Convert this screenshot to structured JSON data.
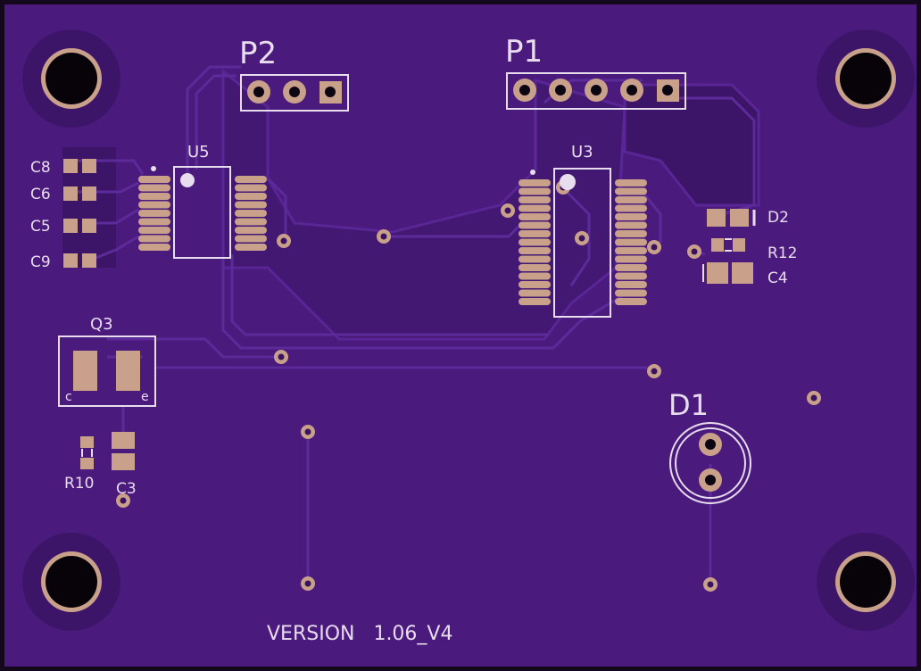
{
  "board": {
    "colors": {
      "substrate": "#4a1a7d",
      "copper_pour": "#3f1670",
      "trace": "#5a2696",
      "silkscreen": "#e8dcef",
      "pad": "#c9a08a",
      "hole": "#070309",
      "edge": "#14081c"
    }
  },
  "labels": {
    "p2": "P2",
    "p1": "P1",
    "u5": "U5",
    "u3": "U3",
    "c8": "C8",
    "c6": "C6",
    "c5": "C5",
    "c9": "C9",
    "q3": "Q3",
    "q3_c": "c",
    "q3_e": "e",
    "r10": "R10",
    "c3": "C3",
    "d1": "D1",
    "d2": "D2",
    "r12": "R12",
    "c4": "C4",
    "version": "VERSION   1.06_V4"
  }
}
